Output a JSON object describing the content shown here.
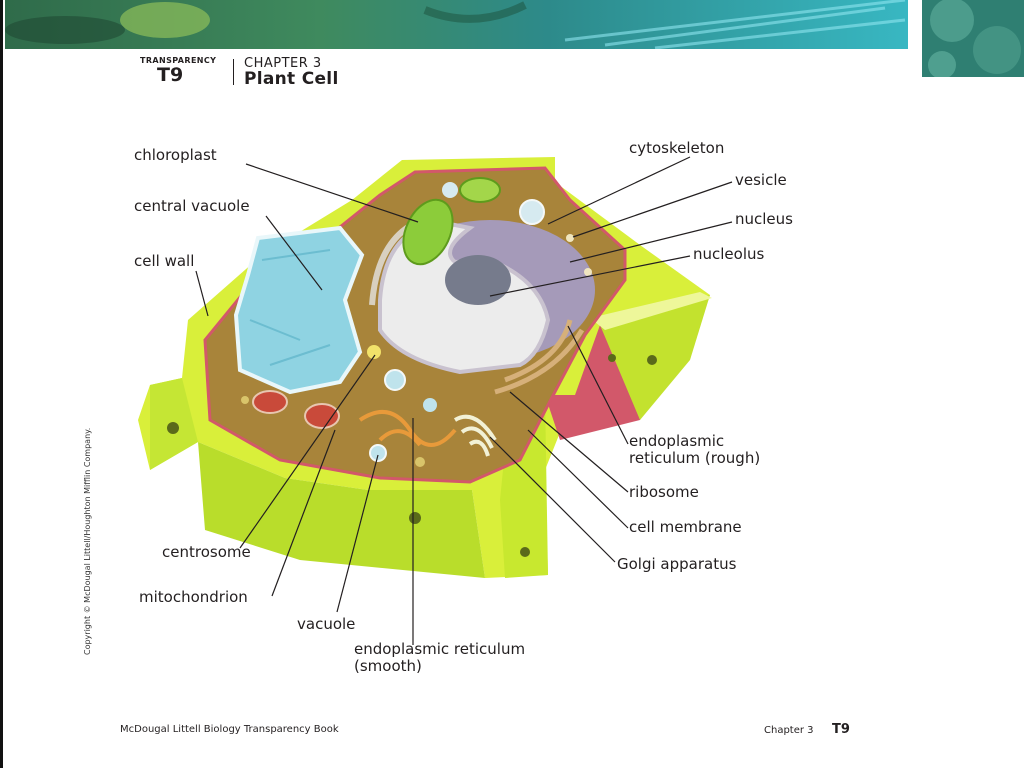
{
  "header": {
    "transparency_label": "TRANSPARENCY",
    "transparency_number": "T9",
    "chapter": "CHAPTER 3",
    "title": "Plant Cell"
  },
  "labels": {
    "chloroplast": "chloroplast",
    "central_vacuole": "central vacuole",
    "cell_wall": "cell wall",
    "cytoskeleton": "cytoskeleton",
    "vesicle": "vesicle",
    "nucleus": "nucleus",
    "nucleolus": "nucleolus",
    "er_rough_1": "endoplasmic",
    "er_rough_2": "reticulum (rough)",
    "ribosome": "ribosome",
    "cell_membrane": "cell membrane",
    "golgi": "Golgi apparatus",
    "centrosome": "centrosome",
    "mitochondrion": "mitochondrion",
    "vacuole": "vacuole",
    "er_smooth_1": "endoplasmic reticulum",
    "er_smooth_2": "(smooth)"
  },
  "copyright": "Copyright © McDougal Littell/Houghton Mifflin Company.",
  "footer": {
    "book": "McDougal Littell Biology Transparency Book",
    "chapter": "Chapter 3",
    "number": "T9"
  },
  "colors": {
    "cell_wall": "#d9ef3a",
    "cytoplasm": "#a8843a",
    "vacuole": "#8fd3e2",
    "nucleus": "#a59ab9",
    "membrane_red": "#c94a5a"
  }
}
